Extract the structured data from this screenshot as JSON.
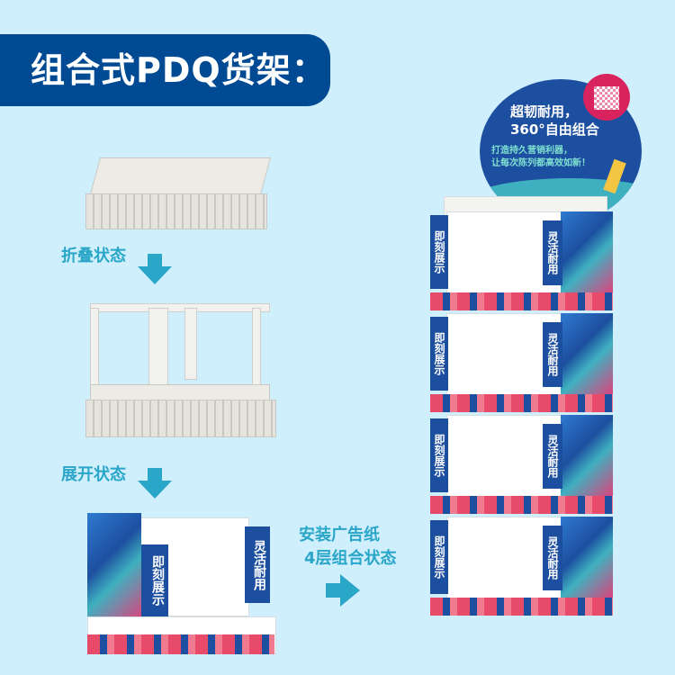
{
  "title": "组合式PDQ货架：",
  "steps": [
    {
      "label": "折叠状态"
    },
    {
      "label": "展开状态"
    }
  ],
  "assembly_label": [
    "安装广告纸",
    "4层组合状态"
  ],
  "panel_text": {
    "left": "即刻展示",
    "right": "灵活耐用"
  },
  "header_sign": {
    "line1": "超韧耐用，",
    "line2": "360°自由组合",
    "line3": "打造持久营销利器，",
    "line4": "让每次陈列都高效如新！"
  },
  "colors": {
    "background": "#d0effc",
    "banner": "#004a93",
    "accent": "#2aa6c8",
    "sign": "#1d4fa0",
    "qr_circle": "#d8235f",
    "arrow": "#f4c542"
  }
}
